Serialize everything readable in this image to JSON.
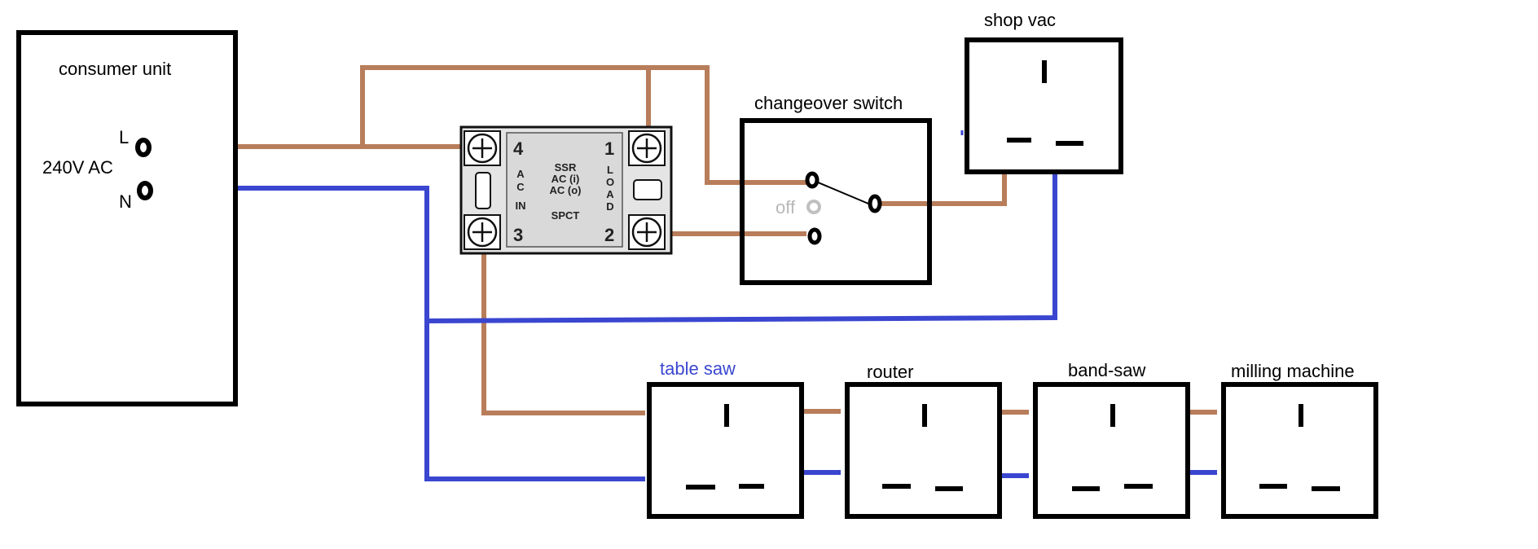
{
  "colors": {
    "live": "#b87d5a",
    "neutral": "#3a46d0",
    "box": "#000000",
    "table_saw_label": "#3a46d0",
    "off_label": "#b8b8b8"
  },
  "consumer_unit": {
    "title": "consumer unit",
    "voltage": "240V AC",
    "live_label": "L",
    "neutral_label": "N"
  },
  "ssr": {
    "terminal_4": "4",
    "terminal_1": "1",
    "terminal_3": "3",
    "terminal_2": "2",
    "left_label": [
      "A",
      "C",
      "IN"
    ],
    "right_label": [
      "L",
      "O",
      "A",
      "D"
    ],
    "center_lines": [
      "SSR",
      "AC (i)",
      "AC (o)",
      "SPCT"
    ]
  },
  "changeover_switch": {
    "title": "changeover switch",
    "off_label": "off"
  },
  "sockets": {
    "shop_vac": "shop vac",
    "table_saw": "table saw",
    "router": "router",
    "band_saw": "band-saw",
    "milling_machine": "milling machine"
  }
}
